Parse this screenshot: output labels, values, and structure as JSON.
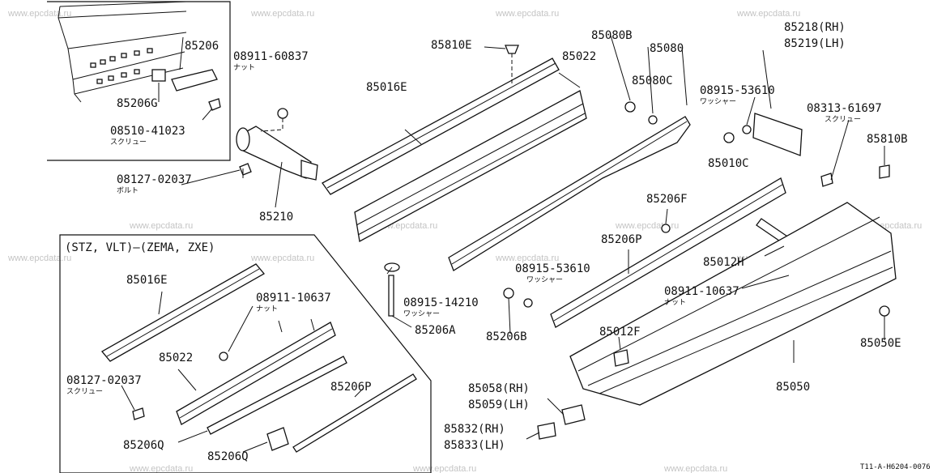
{
  "watermark": "www.epcdata.ru",
  "reference": "T11-A-H6204-0076",
  "inset_title": "(STZ, VLT)—(ZEMA, ZXE)",
  "jp": {
    "nut": "ナット",
    "washer": "ワッシャー",
    "screw": "スクリュー",
    "bolt": "ボルト"
  },
  "labels": {
    "p85206": "85206",
    "p85206G": "85206G",
    "p08510_41023": "08510-41023",
    "p08911_60837": "08911-60837",
    "p08127_02037": "08127-02037",
    "p85210": "85210",
    "p85016E": "85016E",
    "p85810E": "85810E",
    "p85022": "85022",
    "p85080B": "85080B",
    "p85080": "85080",
    "p85080C": "85080C",
    "p85218": "85218(RH)",
    "p85219": "85219(LH)",
    "p08915_53610_a": "08915-53610",
    "p85010C": "85010C",
    "p08313_61697": "08313-61697",
    "p85810B": "85810B",
    "p85206F": "85206F",
    "p85206P": "85206P",
    "p85012H": "85012H",
    "p08915_53610_b": "08915-53610",
    "p08915_14210": "08915-14210",
    "p85206A": "85206A",
    "p85206B": "85206B",
    "p08911_10637_a": "08911-10637",
    "p85012F": "85012F",
    "p85050E": "85050E",
    "p85050": "85050",
    "p85058": "85058(RH)",
    "p85059": "85059(LH)",
    "p85832": "85832(RH)",
    "p85833": "85833(LH)",
    "i85016E": "85016E",
    "i08911_10637": "08911-10637",
    "i85022": "85022",
    "i08127_02037": "08127-02037",
    "i85206P": "85206P",
    "i85206Q_a": "85206Q",
    "i85206Q_b": "85206Q"
  }
}
